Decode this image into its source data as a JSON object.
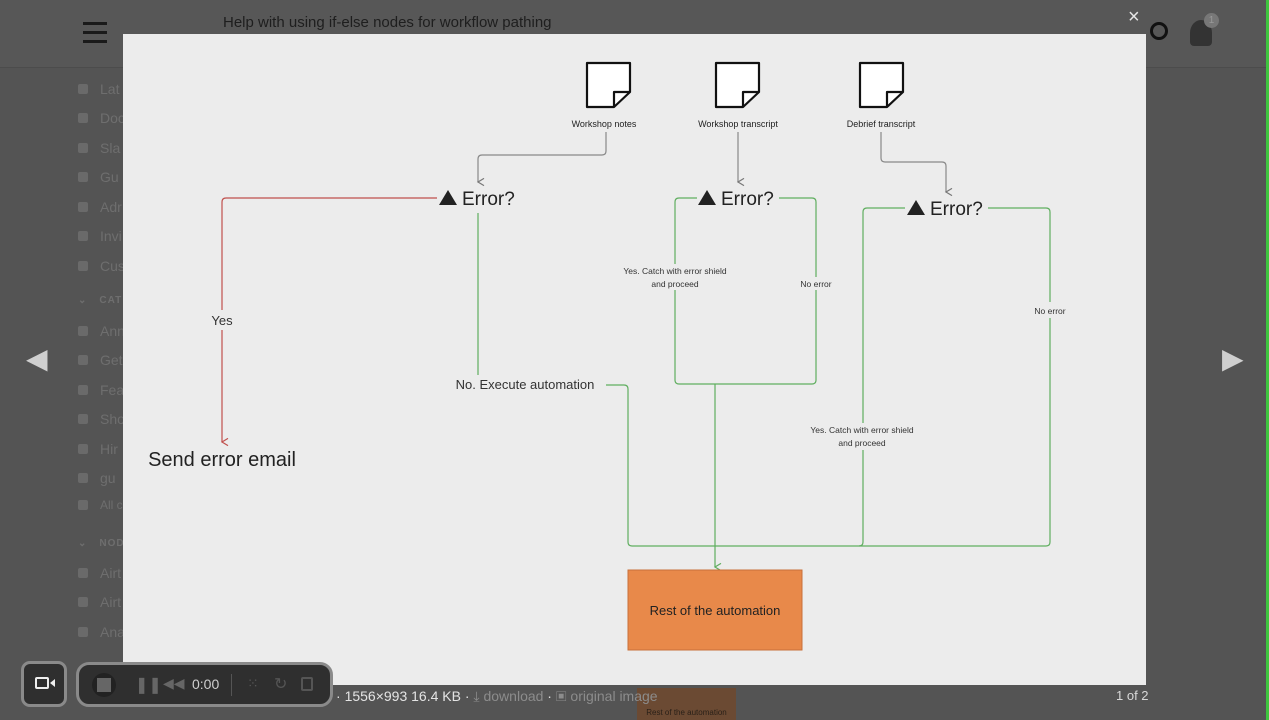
{
  "header": {
    "title": "Help with using if-else nodes for workflow pathing",
    "notification_count": "1"
  },
  "sidebar": {
    "items": [
      "Lat",
      "Doc",
      "Sla",
      "Gu",
      "Adr",
      "Invi",
      "Cus"
    ],
    "categories_heading": "CAT",
    "categories": [
      "Ann",
      "Get",
      "Fea",
      "Sho",
      "Hir",
      "gu",
      "All c"
    ],
    "nodes_heading": "NOD",
    "nodes": [
      "Airt",
      "Airt",
      "Ana"
    ]
  },
  "lightbox": {
    "close": "×",
    "prev": "◀",
    "next": "▶",
    "meta": "1556×993 16.4 KB",
    "download": "download",
    "original": "original image",
    "counter": "1 of 2",
    "thumb_label": "Rest of the automation"
  },
  "diagram": {
    "sources": [
      "Workshop notes",
      "Workshop transcript",
      "Debrief transcript"
    ],
    "decision": "Error?",
    "yes": "Yes",
    "send_error": "Send error email",
    "no_execute": "No. Execute automation",
    "catch_line1": "Yes. Catch with error shield",
    "catch_line2": "and proceed",
    "no_error": "No error",
    "rest": "Rest of the automation",
    "colors": {
      "red": "#c0504d",
      "green": "#5fae5f",
      "gray": "#777777",
      "orange": "#e8894a"
    }
  },
  "recorder": {
    "time": "0:00"
  }
}
